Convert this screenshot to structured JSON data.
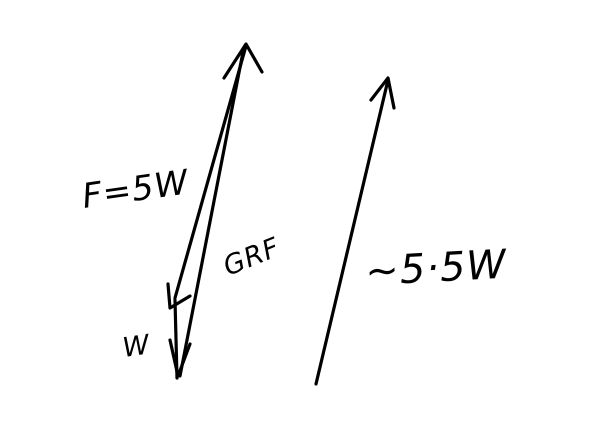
{
  "labels": {
    "force": "F=5W",
    "grf": "GRF",
    "weight": "W",
    "resultant": "~5·5W"
  },
  "colors": {
    "ink": "#000000",
    "background": "#ffffff"
  }
}
